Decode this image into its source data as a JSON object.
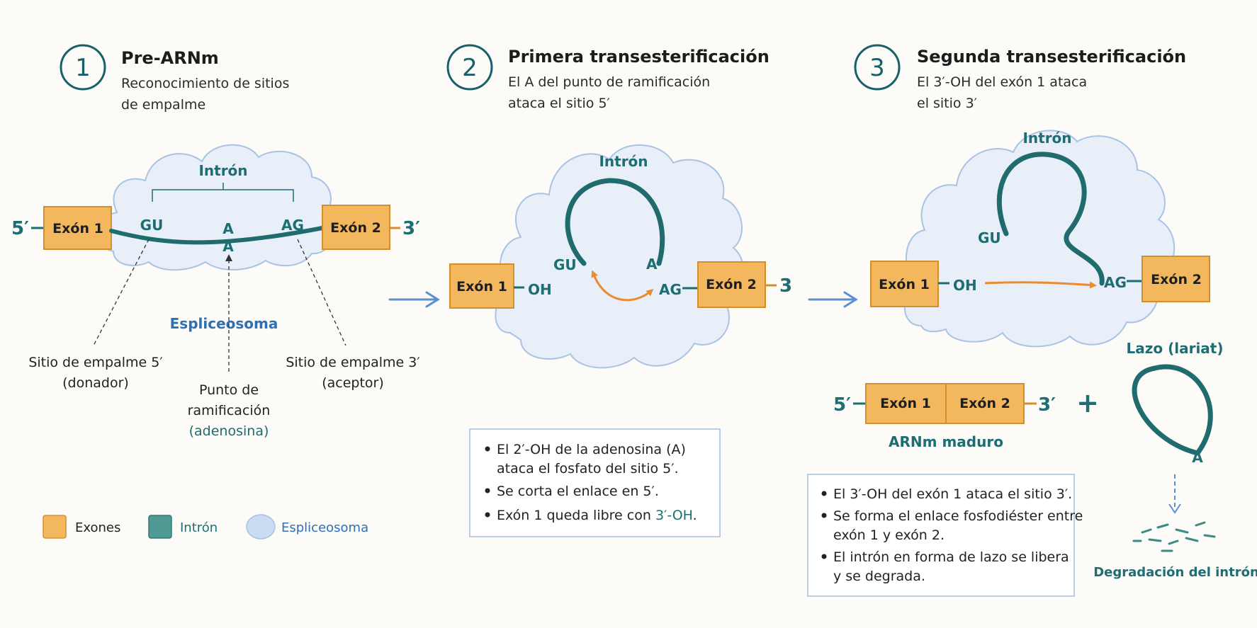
{
  "steps": [
    {
      "number": "1",
      "title": "Pre-ARNm",
      "subtitle_lines": [
        "Reconocimiento de sitios",
        "de empalme"
      ]
    },
    {
      "number": "2",
      "title": "Primera transesterificación",
      "subtitle_lines": [
        "El A del punto de ramificación",
        "ataca el sitio 5′"
      ]
    },
    {
      "number": "3",
      "title": "Segunda transesterificación",
      "subtitle_lines": [
        "El 3′-OH del exón 1 ataca",
        "el sitio 3′"
      ]
    }
  ],
  "panel1": {
    "five_prime": "5′",
    "three_prime": "3′",
    "exon1": "Exón 1",
    "exon2": "Exón 2",
    "intron_label": "Intrón",
    "gu": "GU",
    "ag": "AG",
    "a_top": "A",
    "a_bottom": "A",
    "spliceosome_label": "Espliceosoma",
    "site5_lines": [
      "Sitio de empalme 5′",
      "(donador)"
    ],
    "site3_lines": [
      "Sitio de empalme 3′",
      "(aceptor)"
    ],
    "branch_lines": [
      "Punto de",
      "ramificación"
    ],
    "branch_note": "(adenosina)"
  },
  "panel2": {
    "exon1": "Exón 1",
    "exon2": "Exón 2",
    "oh": "OH",
    "three_prime": "3",
    "intron_label": "Intrón",
    "gu": "GU",
    "ag": "AG",
    "a": "A",
    "notes": [
      {
        "lines": [
          "El 2′-OH de la adenosina (A)",
          "ataca el fosfato del sitio 5′."
        ]
      },
      {
        "lines": [
          "Se corta el enlace en 5′."
        ]
      },
      {
        "lines": [
          "Exón 1 queda libre con "
        ],
        "highlight": "3′-OH",
        "end": "."
      }
    ]
  },
  "panel3": {
    "exon1": "Exón 1",
    "exon2": "Exón 2",
    "oh": "OH",
    "intron_label": "Intrón",
    "gu": "GU",
    "ag": "AG",
    "mature_five": "5′",
    "mature_three": "3′",
    "mature_exon1": "Exón 1",
    "mature_exon2": "Exón 2",
    "mature_label": "ARNm maduro",
    "plus": "+",
    "lariat_label": "Lazo (lariat)",
    "lariat_a": "A",
    "degradation_label": "Degradación del intrón",
    "notes": [
      {
        "lines": [
          "El 3′-OH del exón 1 ataca el sitio 3′."
        ]
      },
      {
        "lines": [
          "Se forma el enlace fosfodiéster entre",
          "exón 1 y exón 2."
        ]
      },
      {
        "lines": [
          "El intrón en forma de lazo se libera",
          "y se degrada."
        ]
      }
    ]
  },
  "legend": [
    {
      "label": "Exones",
      "color": "#f2b45a"
    },
    {
      "label": "Intrón",
      "color": "#4f9a94"
    },
    {
      "label": "Espliceosoma",
      "color": "#c9dcf2"
    }
  ],
  "colors": {
    "exon_fill": "#f3b85e",
    "exon_stroke": "#d48f2c",
    "intron": "#1f6b6e",
    "arrow_orange": "#ec8a2f",
    "arrow_blue": "#5b8fd0",
    "cloud_fill": "#e8eff8",
    "cloud_stroke": "#a9c3e4"
  }
}
